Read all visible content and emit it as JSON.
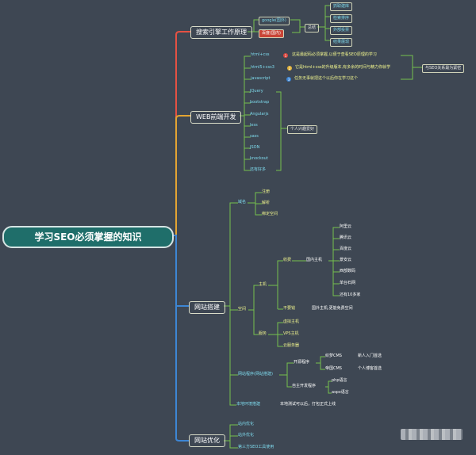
{
  "root": "学习SEO必须掌握的知识",
  "branches": {
    "search": "搜索引擎工作原理",
    "web": "WEB前端开发",
    "build": "网站搭建",
    "optimize": "网站优化"
  },
  "search": {
    "google": "google(国外)",
    "baidu": "百度(国内)",
    "summary": "总结",
    "steps": [
      "抓取建库",
      "检索排序",
      "外部投票",
      "结果展现"
    ]
  },
  "web": {
    "html": "html+css",
    "html_note": "这是最起码必须掌握,以便于查看SEO原理的学习",
    "html5": "html5+css3",
    "html5_note": "它是html+css的升级版本,有多余的时间与精力你就学",
    "js": "javascript",
    "js_note": "任务无事就把这个以后你在学习这个",
    "group_note": "与SEO关系最为紧密",
    "libs": [
      "JQuery",
      "bootstrap",
      "Angularjs",
      "less",
      "sass",
      "JSON",
      "knockout",
      "还有好多"
    ],
    "libs_note": "个人兴趣爱好"
  },
  "build": {
    "domain": "域名",
    "domain_items": [
      "注册",
      "解析",
      "绑定空间"
    ],
    "space": "空间",
    "host": "主机",
    "paid": "收费",
    "domestic": "国内主机",
    "providers": [
      "阿里云",
      "腾讯云",
      "百度云",
      "景安云",
      "西部数码",
      "单台石网",
      "还有10多家"
    ],
    "free": "不要钱",
    "free_note": "国外主机,更能免费空间",
    "server": "服务",
    "server_items": [
      "虚拟主机",
      "VPS主机",
      "云服务器"
    ],
    "program": "网站程序(网站搭建)",
    "open": "开源程序",
    "zblog": "织梦CMS",
    "zblog_note": "新人入门首选",
    "empire": "帝国CMS",
    "empire_note": "个人博客首选",
    "custom": "自主开发程序",
    "php": "php语言",
    "asp": "aspx语言",
    "local": "本地环境搭建",
    "local_note": "本地测试可以后，打包正式上线"
  },
  "optimize": {
    "items": [
      "站内优化",
      "站外优化",
      "第三方SEO工具使用"
    ]
  },
  "colors": {
    "background": "#3e4753",
    "red": "#e55143",
    "orange": "#e3a432",
    "blue": "#3d86d4",
    "green": "#75c14e",
    "root_fill": "#1f6e6a"
  }
}
